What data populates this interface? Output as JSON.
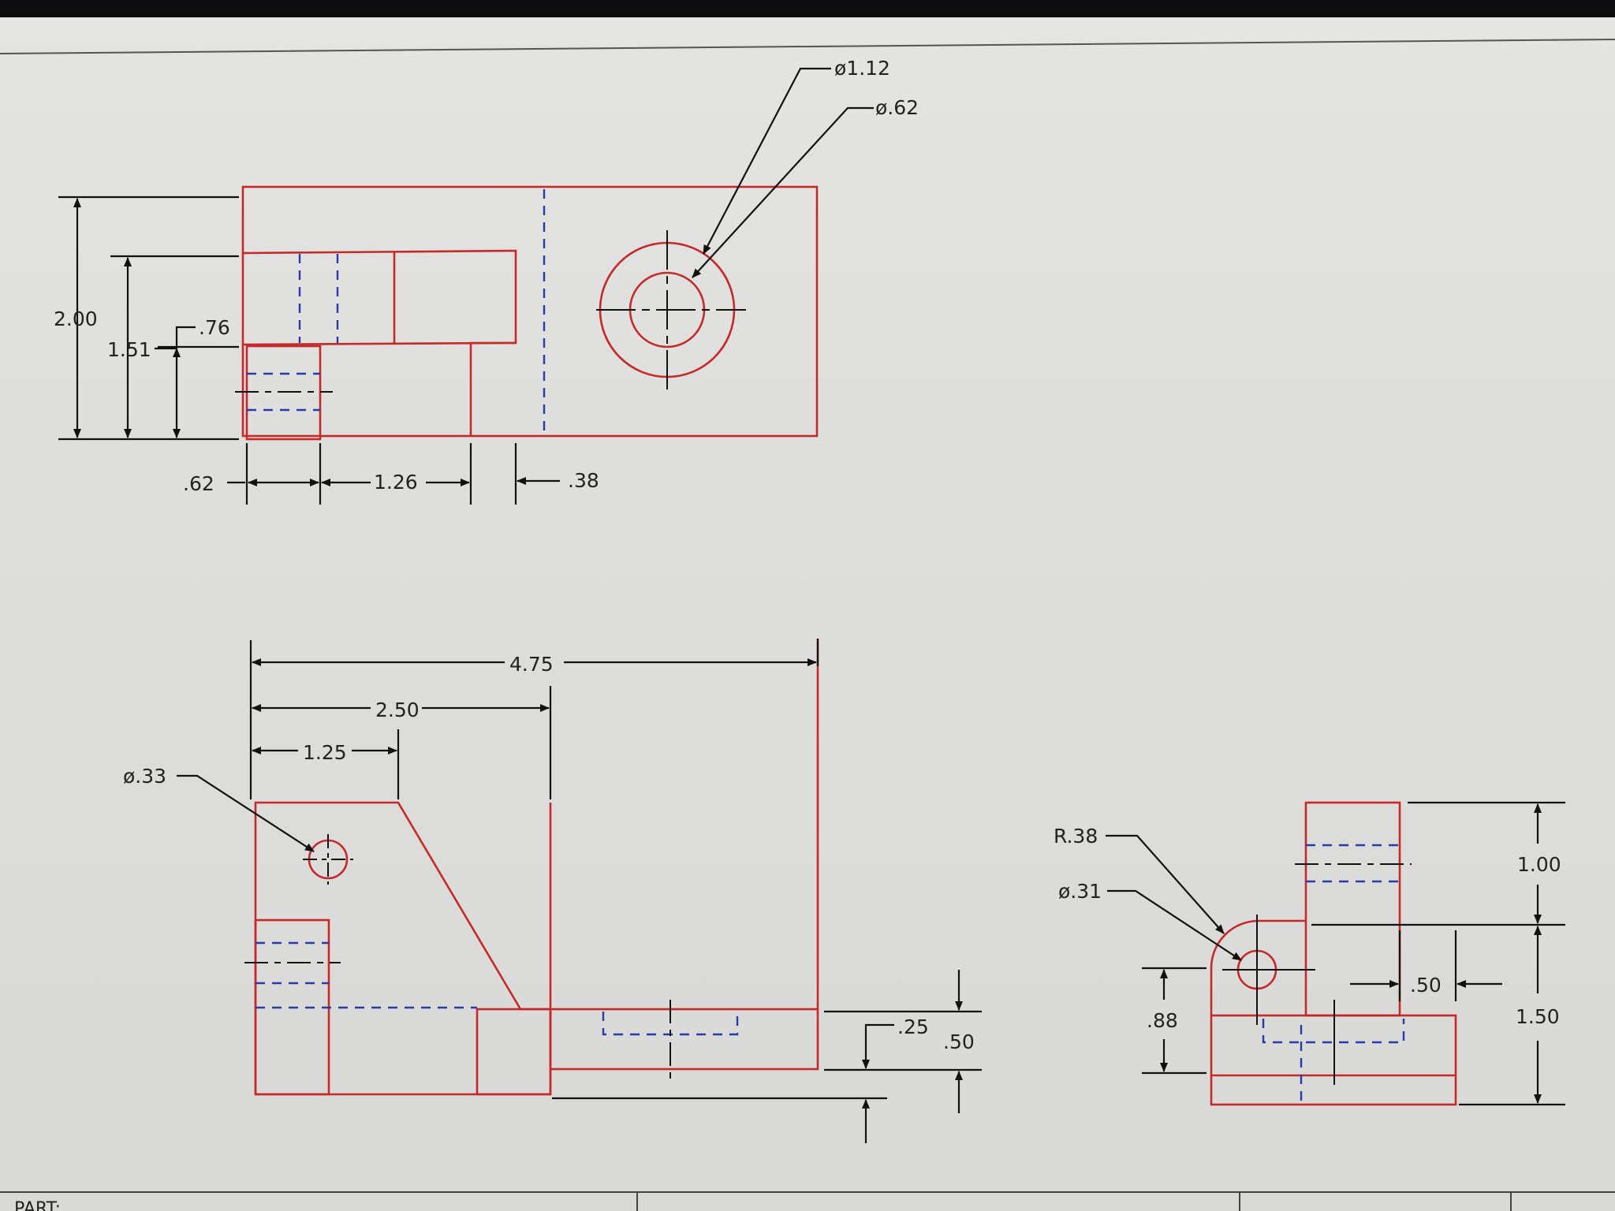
{
  "dimensions": {
    "top": {
      "d_1_12": "ø1.12",
      "d_62": "ø.62",
      "h_2_00": "2.00",
      "h_1_51": "1.51",
      "h_76": ".76",
      "w_62": ".62",
      "w_1_26": "1.26",
      "w_38": ".38"
    },
    "front": {
      "w_4_75": "4.75",
      "w_2_50": "2.50",
      "w_1_25": "1.25",
      "d_33": "ø.33",
      "h_25": ".25",
      "h_50": ".50"
    },
    "side": {
      "r_38": "R.38",
      "d_31": "ø.31",
      "h_88": ".88",
      "h_1_00": "1.00",
      "h_1_50": "1.50",
      "w_50": ".50"
    }
  },
  "title_block": {
    "part_label": "PART:"
  }
}
